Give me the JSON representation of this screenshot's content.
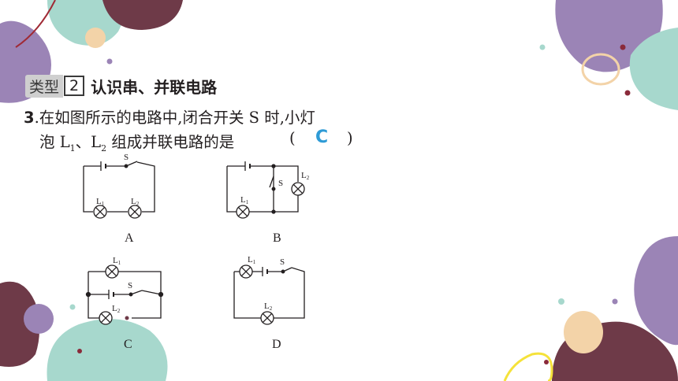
{
  "section": {
    "kind": "类型",
    "number": "2",
    "title": "认识串、并联电路"
  },
  "question": {
    "number": "3",
    "line1": ".在如图所示的电路中,闭合开关 S 时,小灯",
    "line2_prefix": "泡 L",
    "l1_sub": "1",
    "sep": "、L",
    "l2_sub": "2",
    "line2_suffix": " 组成并联电路的是",
    "paren_open": "(",
    "answer": "C",
    "paren_close": ")"
  },
  "circuits": {
    "switch_label": "S",
    "lamp1_label": "L",
    "lamp1_sub": "1",
    "lamp2_label": "L",
    "lamp2_sub": "2",
    "A": "A",
    "B": "B",
    "C": "C",
    "D": "D"
  },
  "colors": {
    "answer": "#2e9bd6",
    "blob_purple": "#9b84b6",
    "blob_teal": "#a7d8cd",
    "blob_maroon": "#6e3a48",
    "blob_peach": "#f3d3a8"
  }
}
